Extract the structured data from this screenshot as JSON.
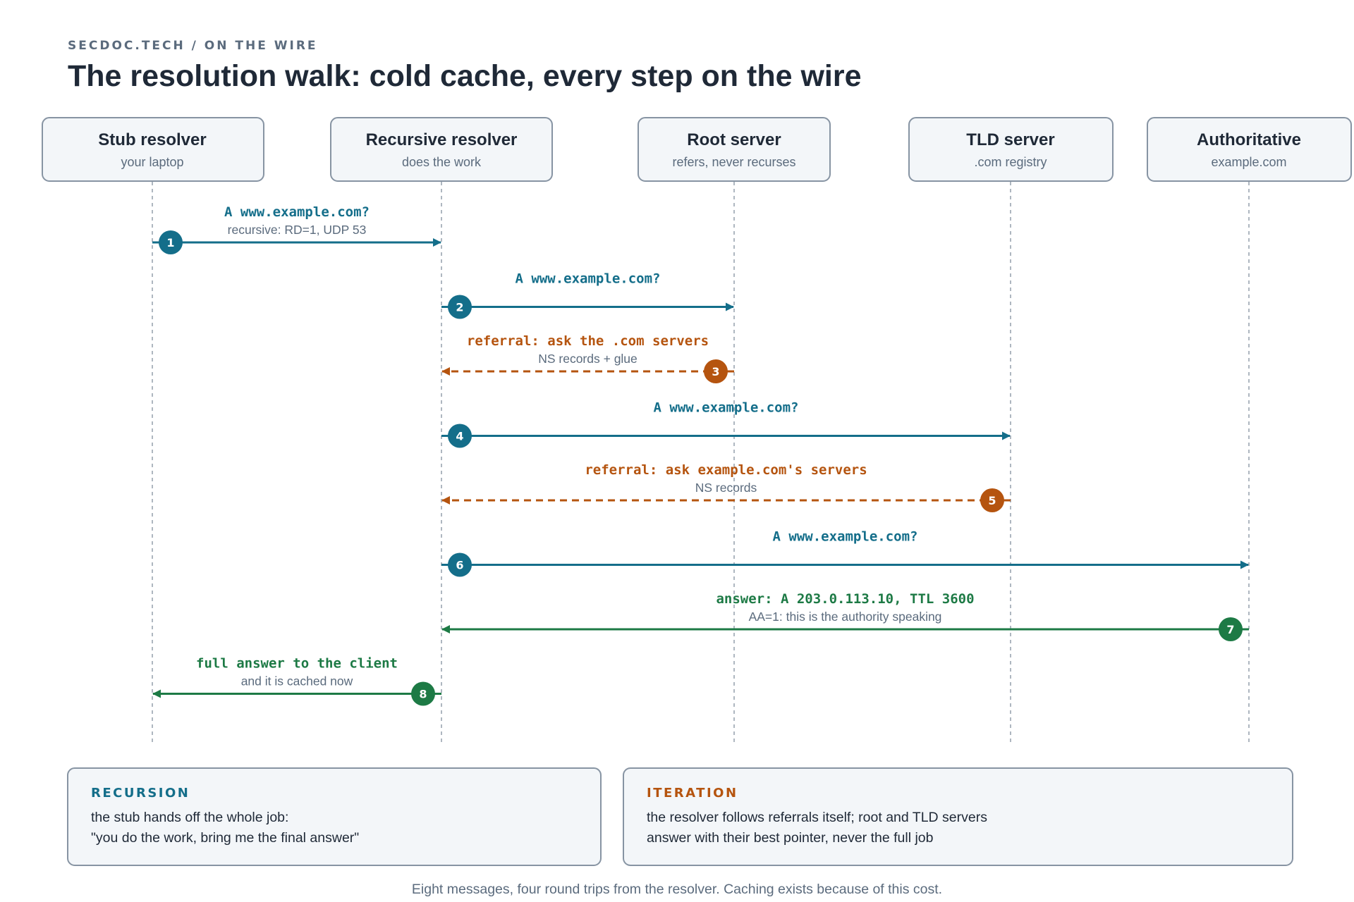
{
  "header": {
    "kicker": "SECDOC.TECH / ON THE WIRE",
    "title": "The resolution walk: cold cache, every step on the wire"
  },
  "colors": {
    "query": "#146e8a",
    "referral": "#b5540f",
    "answer": "#1d7a45",
    "box_fill": "#f3f6f9",
    "box_stroke": "#8794a3",
    "lifeline": "#9aa5b1"
  },
  "participants": [
    {
      "id": "stub",
      "title": "Stub resolver",
      "subtitle": "your laptop"
    },
    {
      "id": "recursive",
      "title": "Recursive resolver",
      "subtitle": "does the work"
    },
    {
      "id": "root",
      "title": "Root server",
      "subtitle": "refers, never recurses"
    },
    {
      "id": "tld",
      "title": "TLD server",
      "subtitle": ".com registry"
    },
    {
      "id": "auth",
      "title": "Authoritative",
      "subtitle": "example.com"
    }
  ],
  "messages": [
    {
      "step": "1",
      "from": "stub",
      "to": "recursive",
      "kind": "query",
      "label": "A www.example.com?",
      "sublabel": "recursive: RD=1, UDP 53"
    },
    {
      "step": "2",
      "from": "recursive",
      "to": "root",
      "kind": "query",
      "label": "A www.example.com?",
      "sublabel": ""
    },
    {
      "step": "3",
      "from": "root",
      "to": "recursive",
      "kind": "referral",
      "label": "referral: ask the .com servers",
      "sublabel": "NS records + glue"
    },
    {
      "step": "4",
      "from": "recursive",
      "to": "tld",
      "kind": "query",
      "label": "A www.example.com?",
      "sublabel": ""
    },
    {
      "step": "5",
      "from": "tld",
      "to": "recursive",
      "kind": "referral",
      "label": "referral: ask example.com's servers",
      "sublabel": "NS records"
    },
    {
      "step": "6",
      "from": "recursive",
      "to": "auth",
      "kind": "query",
      "label": "A www.example.com?",
      "sublabel": ""
    },
    {
      "step": "7",
      "from": "auth",
      "to": "recursive",
      "kind": "answer",
      "label": "answer: A 203.0.113.10, TTL 3600",
      "sublabel": "AA=1: this is the authority speaking"
    },
    {
      "step": "8",
      "from": "recursive",
      "to": "stub",
      "kind": "answer",
      "label": "full answer to the client",
      "sublabel": "and it is cached now"
    }
  ],
  "notes": [
    {
      "id": "recursion",
      "heading": "RECURSION",
      "kind": "query",
      "lines": [
        "the stub hands off the whole job:",
        "\"you do the work, bring me the final answer\""
      ]
    },
    {
      "id": "iteration",
      "heading": "ITERATION",
      "kind": "referral",
      "lines": [
        "the resolver follows referrals itself; root and TLD servers",
        "answer with their best pointer, never the full job"
      ]
    }
  ],
  "footer": "Eight messages, four round trips from the resolver. Caching exists because of this cost."
}
